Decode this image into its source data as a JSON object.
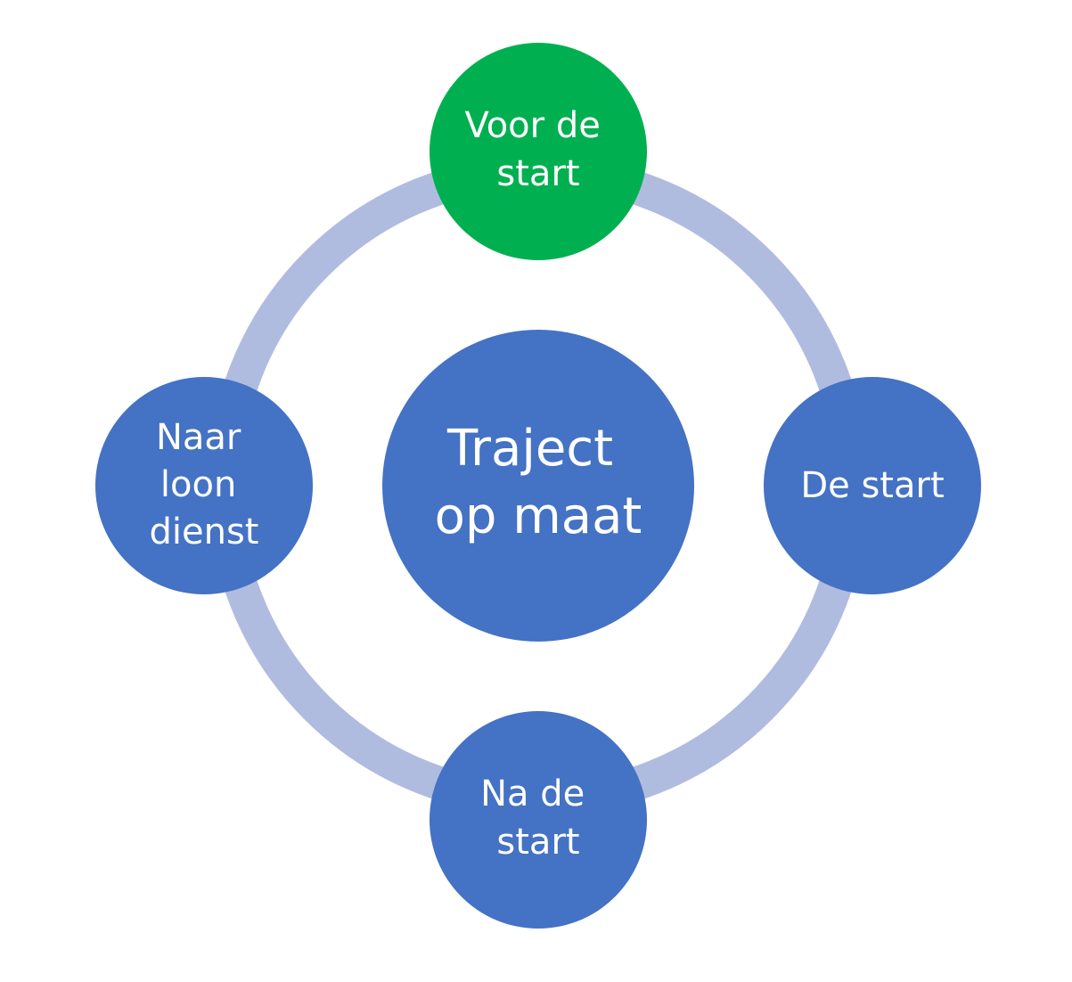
{
  "diagram": {
    "colors": {
      "background": "#ffffff",
      "ring": "#b0bcdf",
      "node_default": "#4472c4",
      "node_highlight": "#00b050",
      "text": "#ffffff"
    },
    "center": {
      "lines": [
        "Traject",
        "op maat"
      ]
    },
    "nodes": [
      {
        "id": "top",
        "lines": [
          "Voor de",
          "start"
        ],
        "highlight": true
      },
      {
        "id": "right",
        "lines": [
          "De start"
        ],
        "highlight": false
      },
      {
        "id": "bottom",
        "lines": [
          "Na de",
          "start"
        ],
        "highlight": false
      },
      {
        "id": "left",
        "lines": [
          "Naar",
          "loon",
          "dienst"
        ],
        "highlight": false
      }
    ]
  }
}
